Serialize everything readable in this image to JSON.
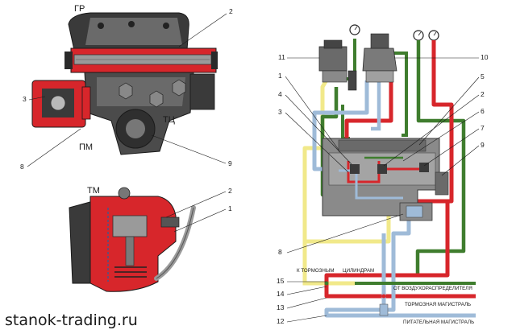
{
  "view_top": {
    "labels": {
      "gr": "ГР",
      "tc": "ТЦ",
      "pm": "ПМ",
      "n2": "2",
      "n3": "3",
      "n8": "8",
      "n9": "9"
    }
  },
  "view_bottom": {
    "labels": {
      "tm": "ТМ",
      "n2": "2",
      "n1": "1"
    }
  },
  "schematic": {
    "labels": {
      "n11": "11",
      "n10": "10",
      "n1": "1",
      "n5": "5",
      "n4": "4",
      "n2": "2",
      "n3": "3",
      "n6": "6",
      "n7": "7",
      "n9": "9",
      "n8": "8",
      "n15": "15",
      "n14": "14",
      "n13": "13",
      "n12": "12"
    },
    "captions": {
      "cylinders_a": "К ТОРМОЗНЫМ",
      "cylinders_b": "ЦИЛИНДРАМ",
      "distributor": "ОТ ВОЗДУХОРАСПРЕДЕЛИТЕЛЯ",
      "brake_line": "ТОРМОЗНАЯ МАГИСТРАЛЬ",
      "supply_line": "ПИТАТЕЛЬНАЯ МАГИСТРАЛЬ"
    },
    "colors": {
      "yellow": "#f1e98a",
      "green": "#3f7d2e",
      "red": "#d7262b",
      "blue": "#9fbbd8",
      "body": "#8a8a8a",
      "dark": "#4a4a4a"
    }
  },
  "watermark": "stanok-trading.ru"
}
